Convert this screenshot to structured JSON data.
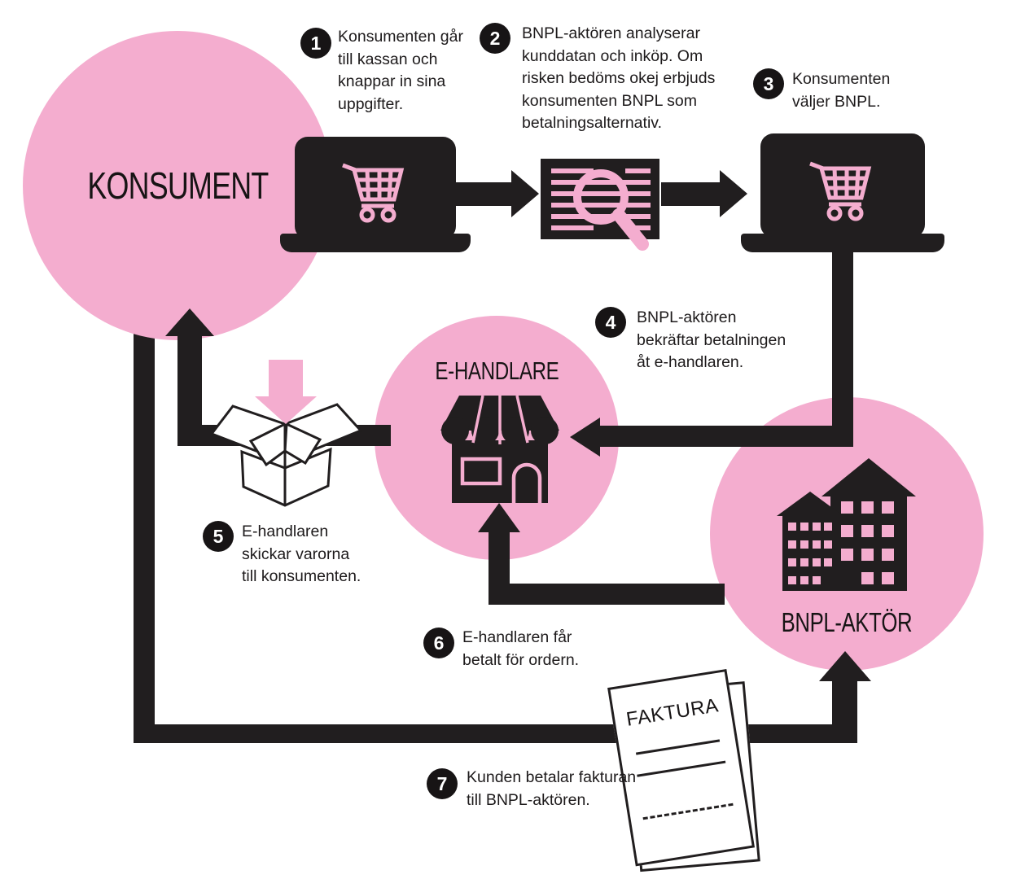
{
  "nodes": {
    "konsument": {
      "label": "KONSUMENT"
    },
    "ehandlare": {
      "label": "E-HANDLARE"
    },
    "bnpl": {
      "label": "BNPL-AKTÖR"
    }
  },
  "steps": [
    {
      "number": "1",
      "lines": [
        "Konsumenten går",
        "till kassan och",
        "knappar in sina",
        "uppgifter."
      ]
    },
    {
      "number": "2",
      "lines": [
        "BNPL-aktören analyserar",
        "kunddatan och inköp. Om",
        "risken bedöms okej erbjuds",
        "konsumenten BNPL som",
        "betalningsalternativ."
      ]
    },
    {
      "number": "3",
      "lines": [
        "Konsumenten",
        "väljer BNPL."
      ]
    },
    {
      "number": "4",
      "lines": [
        "BNPL-aktören",
        "bekräftar betalningen",
        "åt e-handlaren."
      ]
    },
    {
      "number": "5",
      "lines": [
        "E-handlaren",
        "skickar varorna",
        "till konsumenten."
      ]
    },
    {
      "number": "6",
      "lines": [
        "E-handlaren får",
        "betalt för ordern."
      ]
    },
    {
      "number": "7",
      "lines": [
        "Kunden betalar fakturan",
        "till BNPL-aktören."
      ]
    }
  ],
  "invoice": {
    "title": "FAKTURA"
  },
  "colors": {
    "pink": "#f4adcf",
    "ink": "#211e1f"
  }
}
